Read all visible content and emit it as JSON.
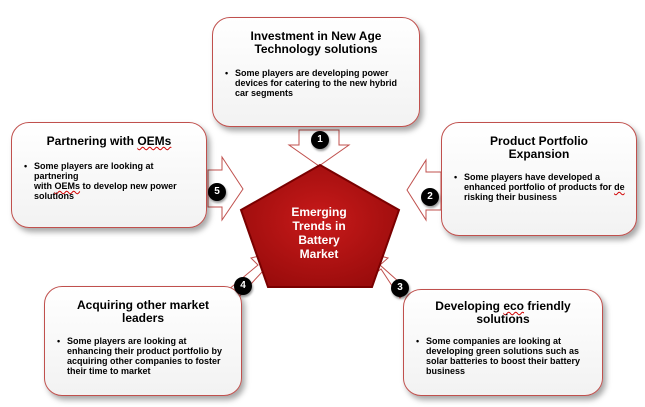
{
  "center": {
    "label_lines": [
      "Emerging",
      "Trends in",
      "Battery",
      "Market"
    ]
  },
  "cards": [
    {
      "id": "investment",
      "number": "1",
      "title_lines": [
        "Investment in New Age",
        "Technology solutions"
      ],
      "bullet_lines": [
        "Some players are developing power",
        "devices for catering to the new hybrid",
        "car segments"
      ]
    },
    {
      "id": "product-portfolio",
      "number": "2",
      "title_lines": [
        "Product Portfolio",
        "Expansion"
      ],
      "bullet_lines": [
        "Some players have developed a",
        "enhanced portfolio of products for de",
        "risking their business"
      ]
    },
    {
      "id": "eco-friendly",
      "number": "3",
      "title_lines": [
        "Developing eco friendly",
        "solutions"
      ],
      "bullet_lines": [
        "Some companies are looking at",
        "developing green solutions such as",
        "solar batteries to boost their battery",
        "business"
      ]
    },
    {
      "id": "acquiring",
      "number": "4",
      "title_lines": [
        "Acquiring other market",
        "leaders"
      ],
      "bullet_lines": [
        "Some players are looking at",
        "enhancing their product portfolio by",
        "acquiring other companies to foster",
        "their time to market"
      ]
    },
    {
      "id": "partnering",
      "number": "5",
      "title_lines": [
        "Partnering with OEMs"
      ],
      "bullet_lines": [
        "Some players are looking at partnering",
        "with OEMs to develop new power",
        "solutions"
      ]
    }
  ],
  "colors": {
    "pentagon": "#b01010",
    "pentagon_edge": "#7a0000",
    "card_border": "#c0504d",
    "arrow_fill": "#ffffff",
    "arrow_edge": "#c0504d",
    "badge": "#000000"
  }
}
